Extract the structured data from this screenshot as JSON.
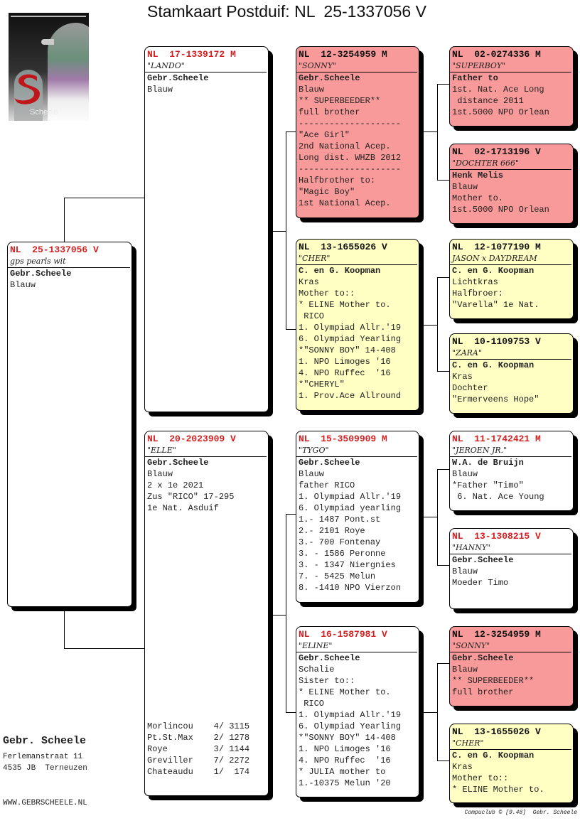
{
  "title": "Stamkaart Postduif: NL  25-1337056 V",
  "logo": {
    "brand": "Scheele"
  },
  "colors": {
    "red_box": "#f99a9a",
    "yellow_box": "#ffffc4",
    "red_text": "#d42020"
  },
  "pigeons": [
    {
      "key": "main",
      "id": "NL  25-1337056 V",
      "id_red": true,
      "bg": "white",
      "name": "gps pearls wit",
      "lines": [
        "Gebr.Scheele",
        "Blauw"
      ]
    },
    {
      "key": "father",
      "id": "NL  17-1339172 M",
      "id_red": true,
      "bg": "white",
      "name": "\"LANDO\"",
      "lines": [
        "Gebr.Scheele",
        "Blauw"
      ]
    },
    {
      "key": "mother",
      "id": "NL  20-2023909 V",
      "id_red": true,
      "bg": "white",
      "name": "\"ELLE\"",
      "lines": [
        "Gebr.Scheele",
        "Blauw",
        "2 x 1e 2021",
        "",
        "Zus \"RICO\" 17-295",
        "1e Nat. Asduif"
      ],
      "results": [
        "Morlincou    4/ 3115",
        "Pt.St.Max    2/ 1278",
        "Roye         3/ 1144",
        "Greviller    7/ 2272",
        "Chateaudu    1/  174"
      ]
    },
    {
      "key": "ff",
      "id": "NL  12-3254959 M",
      "id_red": false,
      "bg": "red",
      "name": "\"SONNY\"",
      "lines": [
        "Gebr.Scheele",
        "Blauw",
        "** SUPERBEEDER**",
        "full brother",
        "--------------------",
        "\"Ace Girl\"",
        "2nd National Acep.",
        "Long dist. WHZB 2012",
        "--------------------",
        "Halfbrother to:",
        "\"Magic Boy\"",
        "1st National Acep."
      ]
    },
    {
      "key": "fm",
      "id": "NL  13-1655026 V",
      "id_red": false,
      "bg": "yellow",
      "name": "\"CHER\"",
      "lines": [
        "C. en G. Koopman",
        "Kras",
        "Mother to::",
        "* ELINE Mother to.",
        " RICO",
        "1. Olympiad Allr.'19",
        "6. Olympiad Yearling",
        "*\"SONNY BOY\" 14-408",
        "1. NPO Limoges '16",
        "4. NPO Ruffec  '16",
        "*\"CHERYL\"",
        "1. Prov.Ace Allround"
      ]
    },
    {
      "key": "mf",
      "id": "NL  15-3509909 M",
      "id_red": true,
      "bg": "white",
      "name": "\"TYGO\"",
      "lines": [
        "Gebr.Scheele",
        "Blauw",
        "father RICO",
        "1. Olympiad Allr.'19",
        "6. Olympiad yearling",
        "1.- 1487 Pont.st",
        "2.- 2101 Roye",
        "3.- 700 Fontenay",
        "3. - 1586 Peronne",
        "3. - 1347 Niergnies",
        "7. - 5425 Melun",
        "8. -1410 NPO Vierzon"
      ]
    },
    {
      "key": "mm",
      "id": "NL  16-1587981 V",
      "id_red": true,
      "bg": "white",
      "name": "\"ELINE\"",
      "lines": [
        "Gebr.Scheele",
        "Schalie",
        "Sister to::",
        "* ELINE Mother to.",
        " RICO",
        "1. Olympiad Allr.'19",
        "6. Olympiad Yearling",
        "*\"SONNY BOY\" 14-408",
        "1. NPO Limoges '16",
        "4. NPO Ruffec  '16",
        "* JULIA mother to",
        "1.-10375 Melun '20"
      ]
    },
    {
      "key": "fff",
      "id": "NL  02-0274336 M",
      "id_red": false,
      "bg": "red",
      "name": "\"SUPERBOY\"",
      "lines": [
        "Father to",
        "1st. Nat. Ace Long",
        " distance 2011",
        "1st.5000 NPO Orlean"
      ]
    },
    {
      "key": "ffm",
      "id": "NL  02-1713196 V",
      "id_red": false,
      "bg": "red",
      "name": "\"DOCHTER 666\"",
      "lines": [
        "Henk Melis",
        "Blauw",
        "Mother to.",
        "1st.5000 NPO Orlean"
      ]
    },
    {
      "key": "fmf",
      "id": "NL  12-1077190 M",
      "id_red": false,
      "bg": "yellow",
      "name": "JASON x DAYDREAM",
      "lines": [
        "C. en G. Koopman",
        "Lichtkras",
        "Halfbroer:",
        "\"Varella\" 1e Nat."
      ]
    },
    {
      "key": "fmm",
      "id": "NL  10-1109753 V",
      "id_red": false,
      "bg": "yellow",
      "name": "\"ZARA\"",
      "lines": [
        "C. en G. Koopman",
        "Kras",
        "Dochter",
        "\"Ermerveens Hope\""
      ]
    },
    {
      "key": "mff",
      "id": "NL  11-1742421 M",
      "id_red": true,
      "bg": "white",
      "name": "\"JEROEN JR.\"",
      "lines": [
        "W.A. de Bruijn",
        "Blauw",
        "*Father \"Timo\"",
        " 6. Nat. Ace Young"
      ]
    },
    {
      "key": "mfm",
      "id": "NL  13-1308215 V",
      "id_red": true,
      "bg": "white",
      "name": "\"HANNY\"",
      "lines": [
        "Gebr.Scheele",
        "Blauw",
        "",
        "Moeder Timo"
      ]
    },
    {
      "key": "mmf",
      "id": "NL  12-3254959 M",
      "id_red": false,
      "bg": "red",
      "name": "\"SONNY\"",
      "lines": [
        "Gebr.Scheele",
        "Blauw",
        "** SUPERBEEDER**",
        "full brother"
      ]
    },
    {
      "key": "mmm",
      "id": "NL  13-1655026 V",
      "id_red": false,
      "bg": "yellow",
      "name": "\"CHER\"",
      "lines": [
        "C. en G. Koopman",
        "Kras",
        "Mother to::",
        "* ELINE Mother to."
      ]
    }
  ],
  "breeder": {
    "name": "Gebr. Scheele",
    "street": "Ferlemanstraat 11",
    "city": "4535 JB  Terneuzen",
    "website": "WWW.GEBRSCHEELE.NL"
  },
  "credit": "Compuclub © [9.48]  Gebr. Scheele"
}
